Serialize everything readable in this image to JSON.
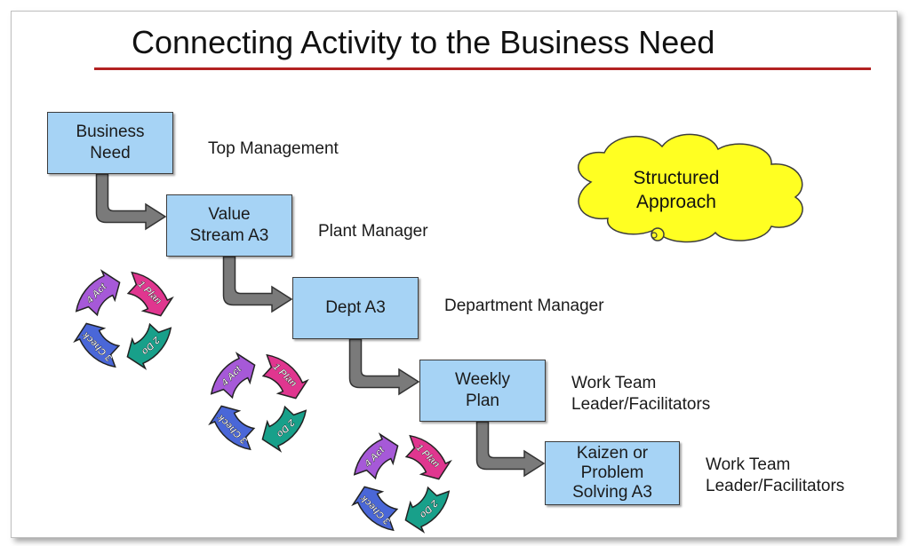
{
  "title": "Connecting Activity to the Business Need",
  "levels": [
    {
      "box": "Business\nNeed",
      "role": "Top Management"
    },
    {
      "box": "Value\nStream A3",
      "role": "Plant Manager"
    },
    {
      "box": "Dept A3",
      "role": "Department Manager"
    },
    {
      "box": "Weekly\nPlan",
      "role": "Work Team\nLeader/Facilitators"
    },
    {
      "box": "Kaizen or\nProblem\nSolving A3",
      "role": "Work Team\nLeader/Facilitators"
    }
  ],
  "cloud": {
    "text": "Structured\nApproach"
  },
  "pdca": {
    "labels": [
      "1 Plan",
      "2 Do",
      "3 Check",
      "4 Act"
    ],
    "colors": [
      "#e0368f",
      "#18a08a",
      "#4a67d8",
      "#a659d8"
    ]
  },
  "colors": {
    "box_fill": "#a6d3f5",
    "arrow": "#7a7a7a",
    "rule": "#b22222",
    "cloud": "#ffff22"
  }
}
